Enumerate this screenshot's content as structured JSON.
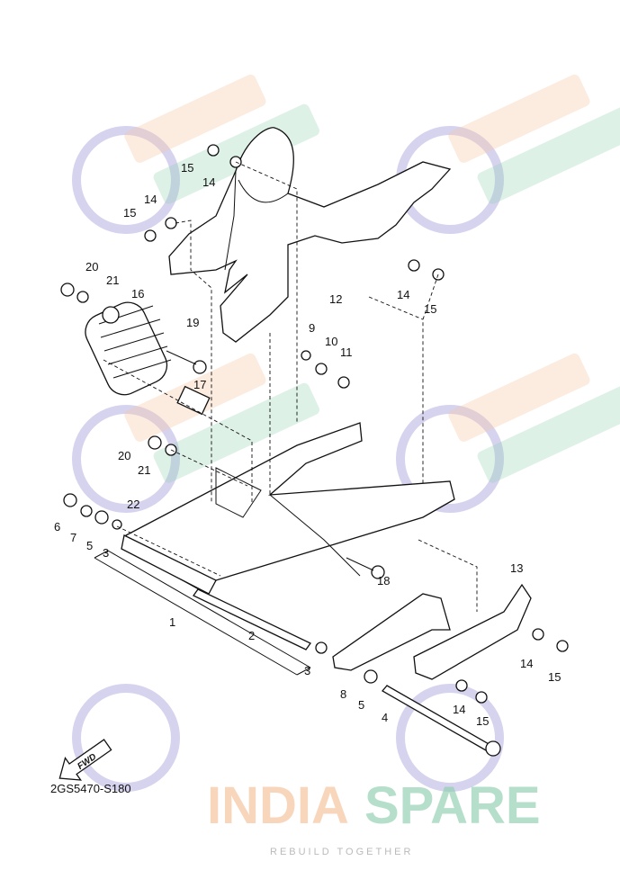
{
  "watermark": {
    "line1": "INDIA",
    "line2": "SPARE",
    "tagline": "REBUILD TOGETHER"
  },
  "fwd_label": "FWD",
  "diagram_code": "2GS5470-S180",
  "callouts": [
    "15",
    "14",
    "14",
    "15",
    "20",
    "21",
    "16",
    "12",
    "14",
    "15",
    "19",
    "9",
    "10",
    "11",
    "17",
    "20",
    "21",
    "22",
    "6",
    "7",
    "5",
    "3",
    "13",
    "18",
    "1",
    "2",
    "3",
    "14",
    "15",
    "8",
    "5",
    "14",
    "15",
    "4"
  ]
}
